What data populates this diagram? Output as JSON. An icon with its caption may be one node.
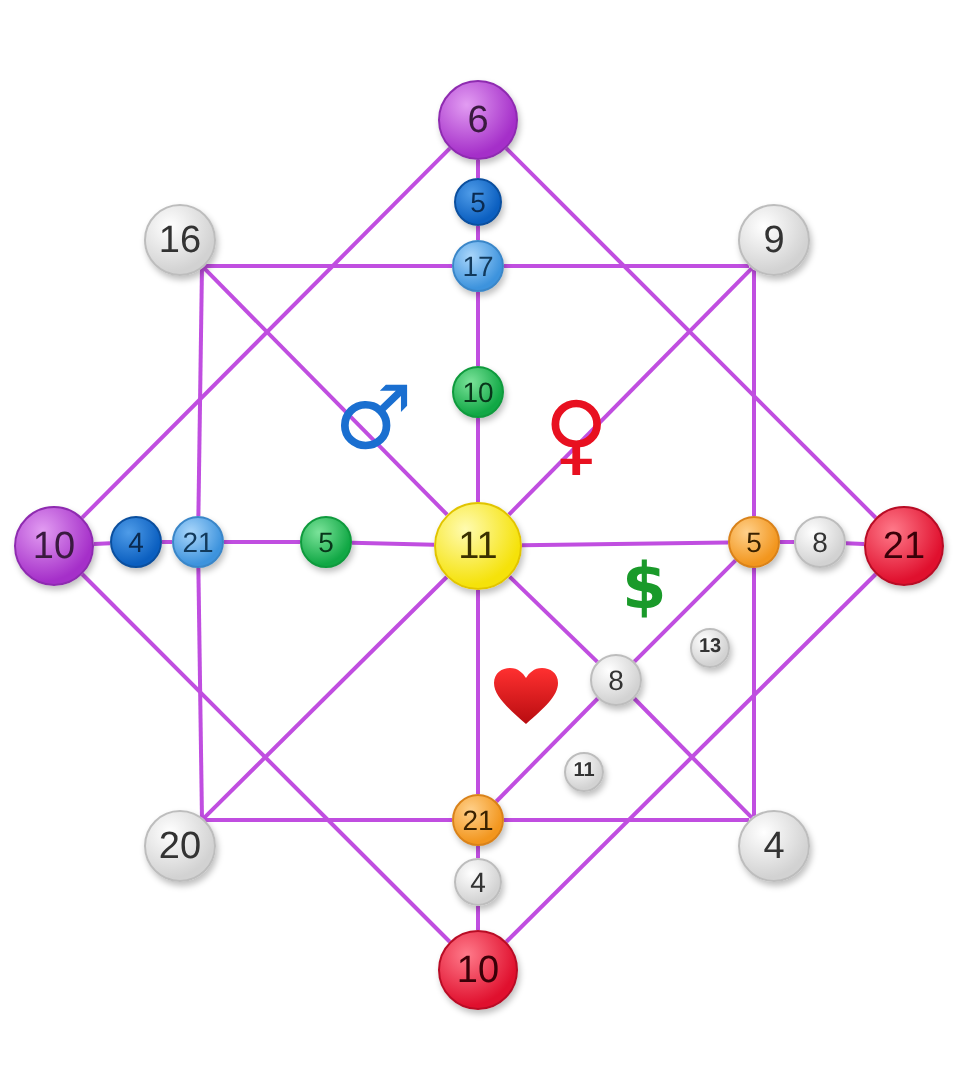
{
  "diagram": {
    "nodes": [
      {
        "text": [
          "6"
        ]
      },
      {
        "text": [
          "5"
        ]
      },
      {
        "text": [
          "16"
        ]
      },
      {
        "text": [
          "9"
        ]
      },
      {
        "text": [
          "17"
        ]
      },
      {
        "text": [
          "10"
        ]
      },
      {
        "text": [
          "10"
        ]
      },
      {
        "text": [
          "4"
        ]
      },
      {
        "text": [
          "21"
        ]
      },
      {
        "text": [
          "5"
        ]
      },
      {
        "text": [
          "11"
        ]
      },
      {
        "text": [
          "5"
        ]
      },
      {
        "text": [
          "8"
        ]
      },
      {
        "text": [
          "21"
        ]
      },
      {
        "text": [
          "13"
        ]
      },
      {
        "text": [
          "8"
        ]
      },
      {
        "text": [
          "11"
        ]
      },
      {
        "text": [
          "21"
        ]
      },
      {
        "text": [
          "20"
        ]
      },
      {
        "text": [
          "4"
        ]
      },
      {
        "text": [
          "4"
        ]
      },
      {
        "text": [
          "10"
        ]
      }
    ],
    "edges": [
      {
        "from": 0,
        "to": 6,
        "arrow": "none"
      },
      {
        "from": 0,
        "to": 13,
        "arrow": "none"
      },
      {
        "from": 6,
        "to": 21,
        "arrow": "none"
      },
      {
        "from": 13,
        "to": 21,
        "arrow": "none"
      },
      {
        "from": 2,
        "to": 4,
        "arrow": "none"
      },
      {
        "from": 4,
        "to": 3,
        "arrow": "none"
      },
      {
        "from": 3,
        "to": 11,
        "arrow": "none"
      },
      {
        "from": 11,
        "to": 19,
        "arrow": "none"
      },
      {
        "from": 19,
        "to": 17,
        "arrow": "none"
      },
      {
        "from": 17,
        "to": 18,
        "arrow": "none"
      },
      {
        "from": 18,
        "to": 8,
        "arrow": "none"
      },
      {
        "from": 8,
        "to": 2,
        "arrow": "none"
      },
      {
        "from": 0,
        "to": 1,
        "arrow": "none"
      },
      {
        "from": 1,
        "to": 4,
        "arrow": "none"
      },
      {
        "from": 4,
        "to": 5,
        "arrow": "none"
      },
      {
        "from": 5,
        "to": 10,
        "arrow": "none"
      },
      {
        "from": 10,
        "to": 17,
        "arrow": "none"
      },
      {
        "from": 17,
        "to": 20,
        "arrow": "none"
      },
      {
        "from": 20,
        "to": 21,
        "arrow": "none"
      },
      {
        "from": 6,
        "to": 7,
        "arrow": "none"
      },
      {
        "from": 7,
        "to": 8,
        "arrow": "none"
      },
      {
        "from": 8,
        "to": 9,
        "arrow": "none"
      },
      {
        "from": 9,
        "to": 10,
        "arrow": "none"
      },
      {
        "from": 10,
        "to": 11,
        "arrow": "none"
      },
      {
        "from": 11,
        "to": 12,
        "arrow": "none"
      },
      {
        "from": 12,
        "to": 13,
        "arrow": "none"
      },
      {
        "from": 2,
        "to": 10,
        "arrow": "none"
      },
      {
        "from": 10,
        "to": 15,
        "arrow": "none"
      },
      {
        "from": 15,
        "to": 19,
        "arrow": "none"
      },
      {
        "from": 3,
        "to": 10,
        "arrow": "none"
      },
      {
        "from": 10,
        "to": 18,
        "arrow": "none"
      },
      {
        "from": 11,
        "to": 15,
        "arrow": "none"
      },
      {
        "from": 15,
        "to": 17,
        "arrow": "none"
      }
    ],
    "labels": [
      "♂",
      "♀",
      "$"
    ]
  }
}
